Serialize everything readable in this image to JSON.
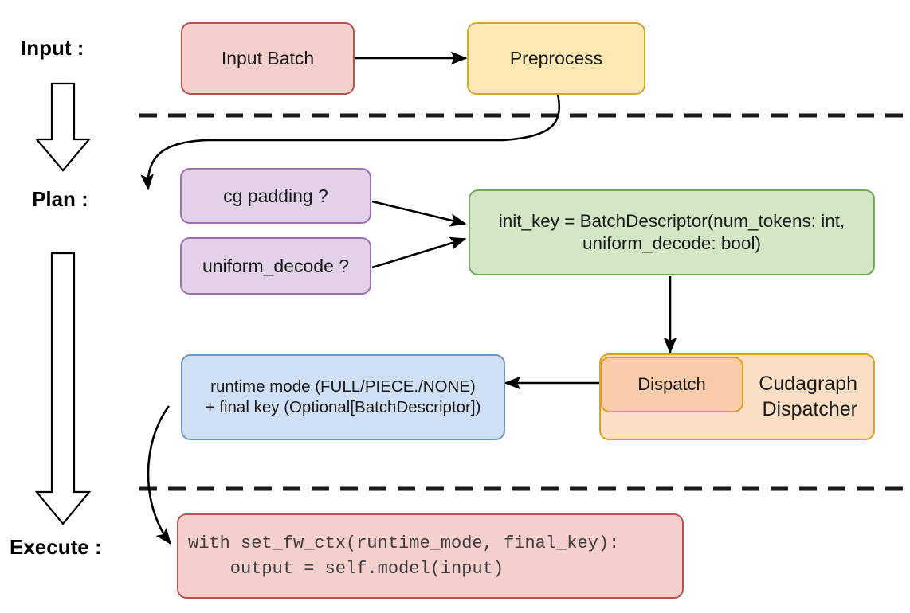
{
  "diagram": {
    "title_stages": [
      {
        "name": "input",
        "label": "Input :"
      },
      {
        "name": "plan",
        "label": "Plan :"
      },
      {
        "name": "execute",
        "label": "Execute :"
      }
    ],
    "nodes": {
      "input_batch": {
        "label": "Input Batch",
        "fill": "#f5cfcb",
        "stroke": "#b5534f"
      },
      "preprocess": {
        "label": "Preprocess",
        "fill": "#fbe8b3",
        "stroke": "#d1a73a"
      },
      "cg_padding": {
        "label": "cg padding ?",
        "fill": "#e2d1e8",
        "stroke": "#9c6fae"
      },
      "uniform_decode": {
        "label": "uniform_decode ?",
        "fill": "#e2d1e8",
        "stroke": "#9c6fae"
      },
      "init_key": {
        "line1": "init_key = BatchDescriptor(num_tokens: int,",
        "line2": "uniform_decode: bool)",
        "fill": "#d3e6c6",
        "stroke": "#73a85c"
      },
      "cudagraph_dispatcher": {
        "line1": "Cudagraph",
        "line2": "Dispatcher",
        "fill": "#fbdfc4",
        "stroke": "#e0a11c"
      },
      "dispatch": {
        "label": "Dispatch",
        "fill": "#fbccab",
        "stroke": "#e0a11c"
      },
      "runtime_mode": {
        "line1": "runtime mode (FULL/PIECE./NONE)",
        "line2": "+ final key (Optional[BatchDescriptor])",
        "fill": "#cfe0f5",
        "stroke": "#6f94c4"
      },
      "execute_code": {
        "line1": "with set_fw_ctx(runtime_mode, final_key):",
        "line2": "    output = self.model(input)",
        "fill": "#f5cfcb",
        "stroke": "#b5534f"
      }
    },
    "edges": [
      {
        "name": "input-batch-to-preprocess",
        "from": "input_batch",
        "to": "preprocess"
      },
      {
        "name": "preprocess-to-cg-padding",
        "from": "preprocess",
        "to": "cg_padding"
      },
      {
        "name": "cg-padding-to-init-key",
        "from": "cg_padding",
        "to": "init_key"
      },
      {
        "name": "uniform-decode-to-init-key",
        "from": "uniform_decode",
        "to": "init_key"
      },
      {
        "name": "init-key-to-dispatch",
        "from": "init_key",
        "to": "dispatch"
      },
      {
        "name": "dispatch-to-runtime-mode",
        "from": "dispatch",
        "to": "runtime_mode"
      },
      {
        "name": "runtime-mode-to-execute-code",
        "from": "runtime_mode",
        "to": "execute_code"
      }
    ],
    "separators": [
      {
        "name": "input-plan-divider"
      },
      {
        "name": "plan-execute-divider"
      }
    ],
    "flow_arrows": [
      {
        "name": "input-to-plan-flow-arrow"
      },
      {
        "name": "plan-to-execute-flow-arrow"
      }
    ],
    "colors": {
      "edge_stroke": "#000000",
      "divider": "#1a1a1a",
      "flow_arrow_fill": "#ffffff",
      "flow_arrow_stroke": "#000000"
    }
  }
}
